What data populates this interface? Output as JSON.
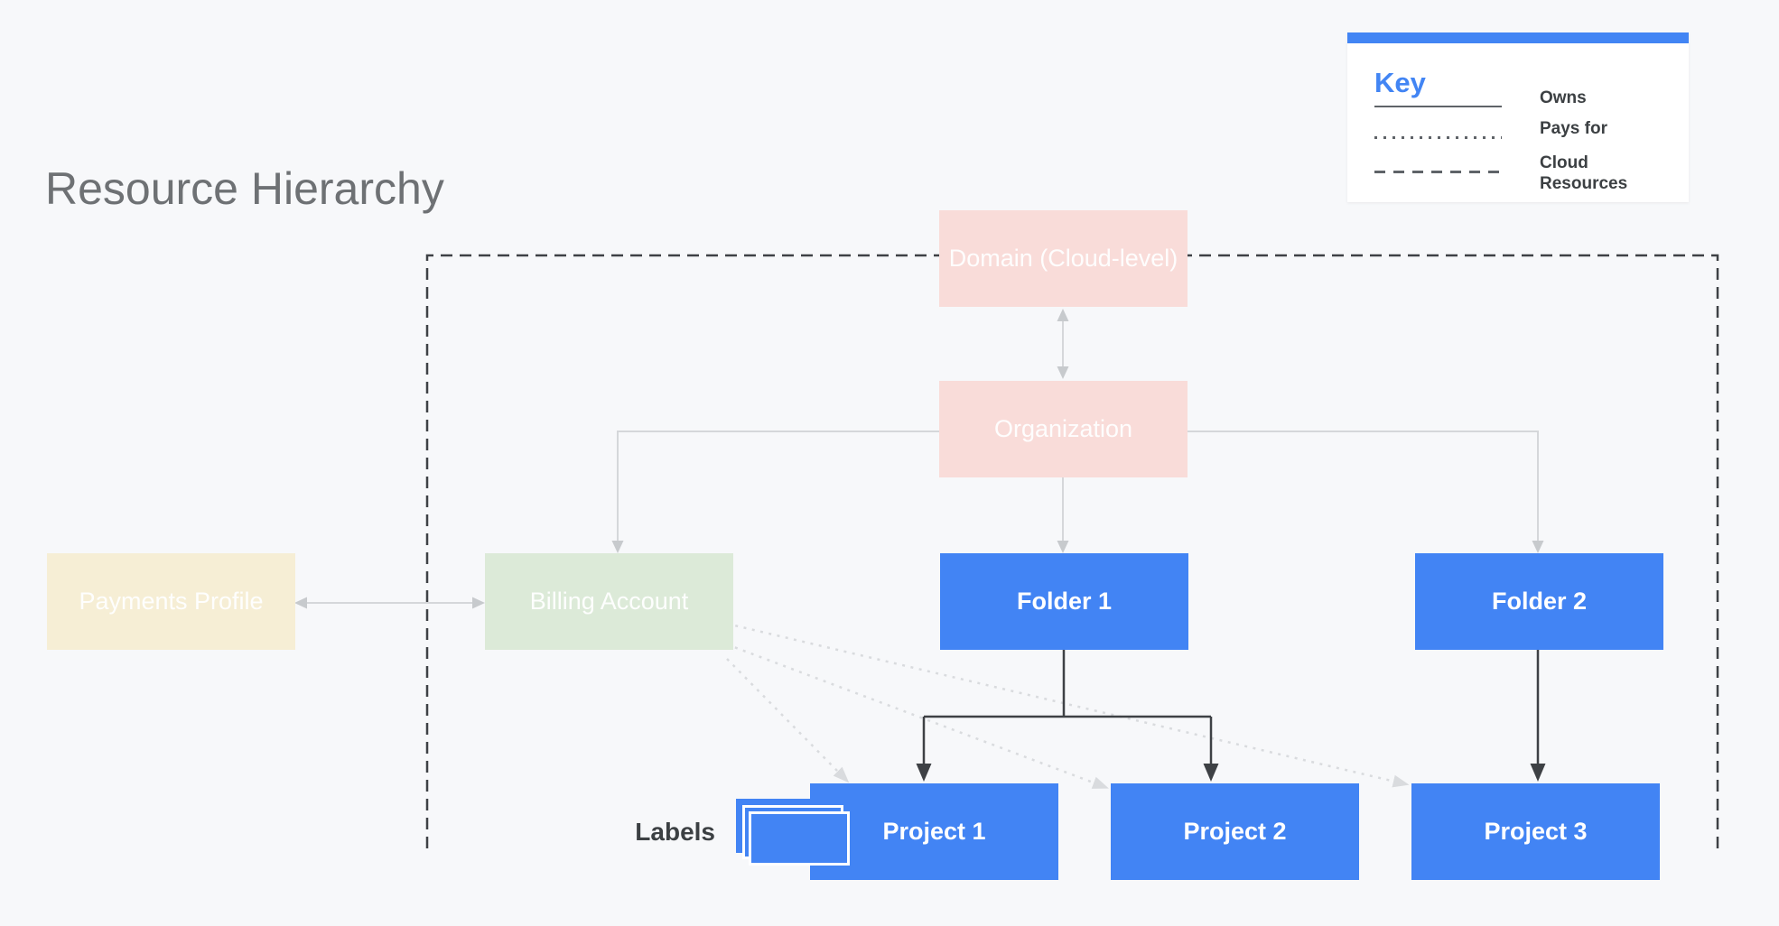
{
  "title": "Resource Hierarchy",
  "legend": {
    "heading": "Key",
    "items": [
      {
        "style": "solid",
        "label": "Owns"
      },
      {
        "style": "dotted",
        "label": "Pays for"
      },
      {
        "style": "dashed",
        "label": "Cloud Resources"
      }
    ]
  },
  "nodes": {
    "domain": {
      "label": "Domain (Cloud-level)",
      "type": "pink"
    },
    "organization": {
      "label": "Organization",
      "type": "pink"
    },
    "payments_profile": {
      "label": "Payments Profile",
      "type": "cream"
    },
    "billing_account": {
      "label": "Billing Account",
      "type": "green"
    },
    "folder1": {
      "label": "Folder 1",
      "type": "blue"
    },
    "folder2": {
      "label": "Folder 2",
      "type": "blue"
    },
    "project1": {
      "label": "Project 1",
      "type": "blue"
    },
    "project2": {
      "label": "Project 2",
      "type": "blue"
    },
    "project3": {
      "label": "Project 3",
      "type": "blue"
    }
  },
  "labels_caption": "Labels",
  "icons": {
    "labels_icon": "stacked-cards-icon"
  },
  "colors": {
    "background": "#f7f8fa",
    "accent-blue": "#4285f4",
    "node-blue": "#4284f4",
    "node-pink": "#f9dcd9",
    "node-green": "#dcead8",
    "node-cream": "#f6eed5",
    "node-text-light": "#ffffff",
    "title-gray": "#6e7174",
    "dark-line": "#3e4145",
    "gray-line": "#d5d7da",
    "gray-arrow": "#c7cacd",
    "dotted-line": "#d9dbde",
    "legend-line": "#5f6368",
    "legend-text": "#3c4043",
    "panel-bg": "#ffffff"
  }
}
